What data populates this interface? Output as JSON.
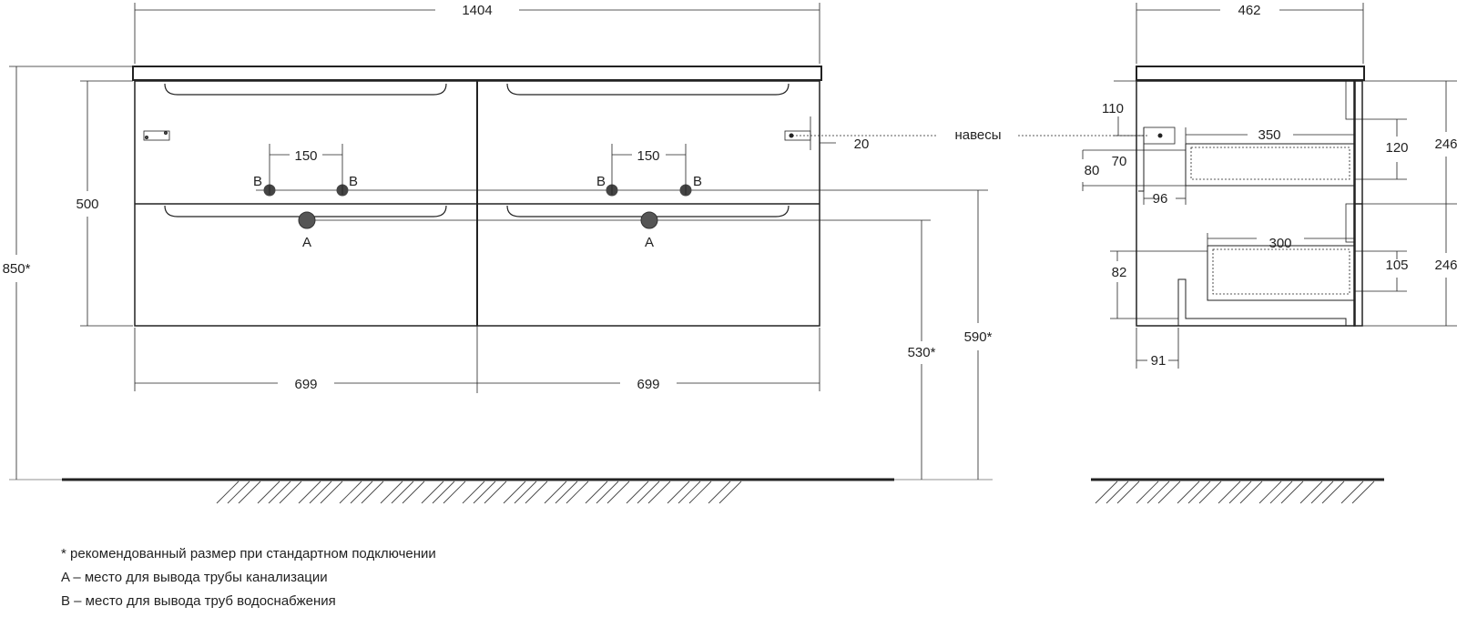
{
  "front": {
    "width_overall": "1404",
    "width_left": "699",
    "width_right": "699",
    "height_overall": "850*",
    "height_body": "500",
    "hole_spacing_left": "150",
    "hole_spacing_right": "150",
    "hinge_offset": "20",
    "hinge_label": "навесы",
    "height_530": "530*",
    "height_590": "590*",
    "point_a": "A",
    "point_b": "B"
  },
  "side": {
    "depth_overall": "462",
    "dim_110": "110",
    "dim_350": "350",
    "dim_120": "120",
    "dim_246_top": "246",
    "dim_70": "70",
    "dim_80": "80",
    "dim_96": "96",
    "dim_300": "300",
    "dim_105": "105",
    "dim_246_bottom": "246",
    "dim_82": "82",
    "dim_91": "91"
  },
  "notes": {
    "line1": "* рекомендованный размер при стандартном подключении",
    "line2": "A – место для вывода трубы канализации",
    "line3": "B – место для вывода труб водоснабжения"
  }
}
